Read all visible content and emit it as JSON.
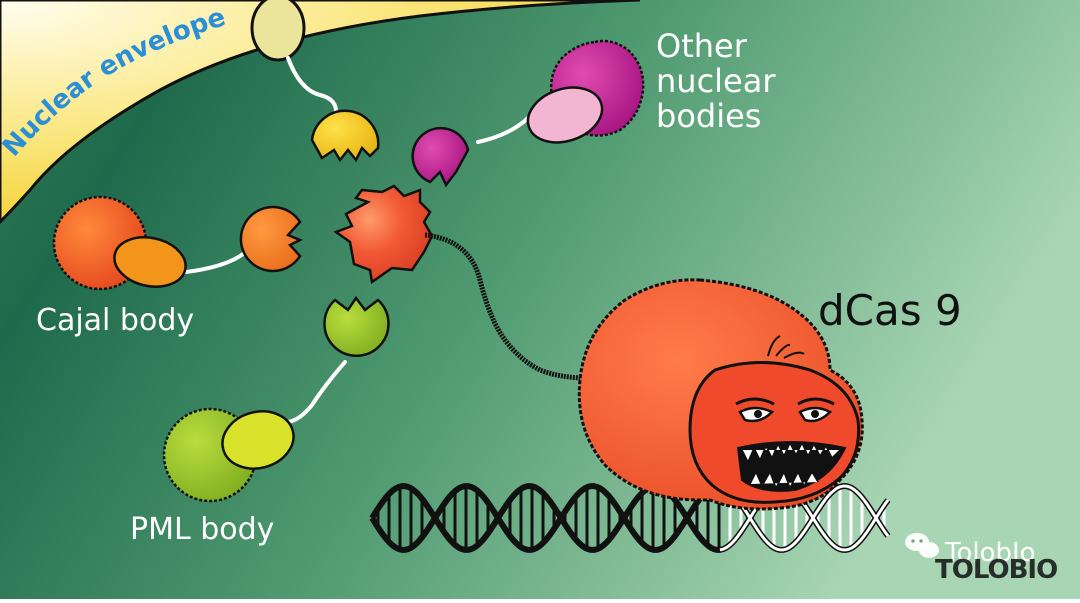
{
  "diagram": {
    "envelope_label": "Nuclear envelope",
    "labels": {
      "other_line1": "Other",
      "other_line2": "nuclear",
      "other_line3": "bodies",
      "cajal": "Cajal body",
      "pml": "PML body",
      "dcas9": "dCas 9"
    },
    "watermark": "TOLOBIO",
    "wechat_handle": "TolobIo"
  },
  "colors": {
    "bg_dark": "#1f6a4c",
    "bg_mid": "#4f9a70",
    "bg_light": "#a8d5b4",
    "envelope": "#f7d843",
    "envelope_text": "#2a8fd6",
    "cas9_red": "#ef4a2b",
    "cas9_orange": "#f0792e",
    "magenta": "#b8168c",
    "pink": "#f2b6d2",
    "yellow": "#f5c518",
    "lime": "#9bc52a",
    "yellow_green": "#d9e22b",
    "orange": "#f3951a",
    "label_white": "#ffffff",
    "dcas9_text": "#111111"
  }
}
